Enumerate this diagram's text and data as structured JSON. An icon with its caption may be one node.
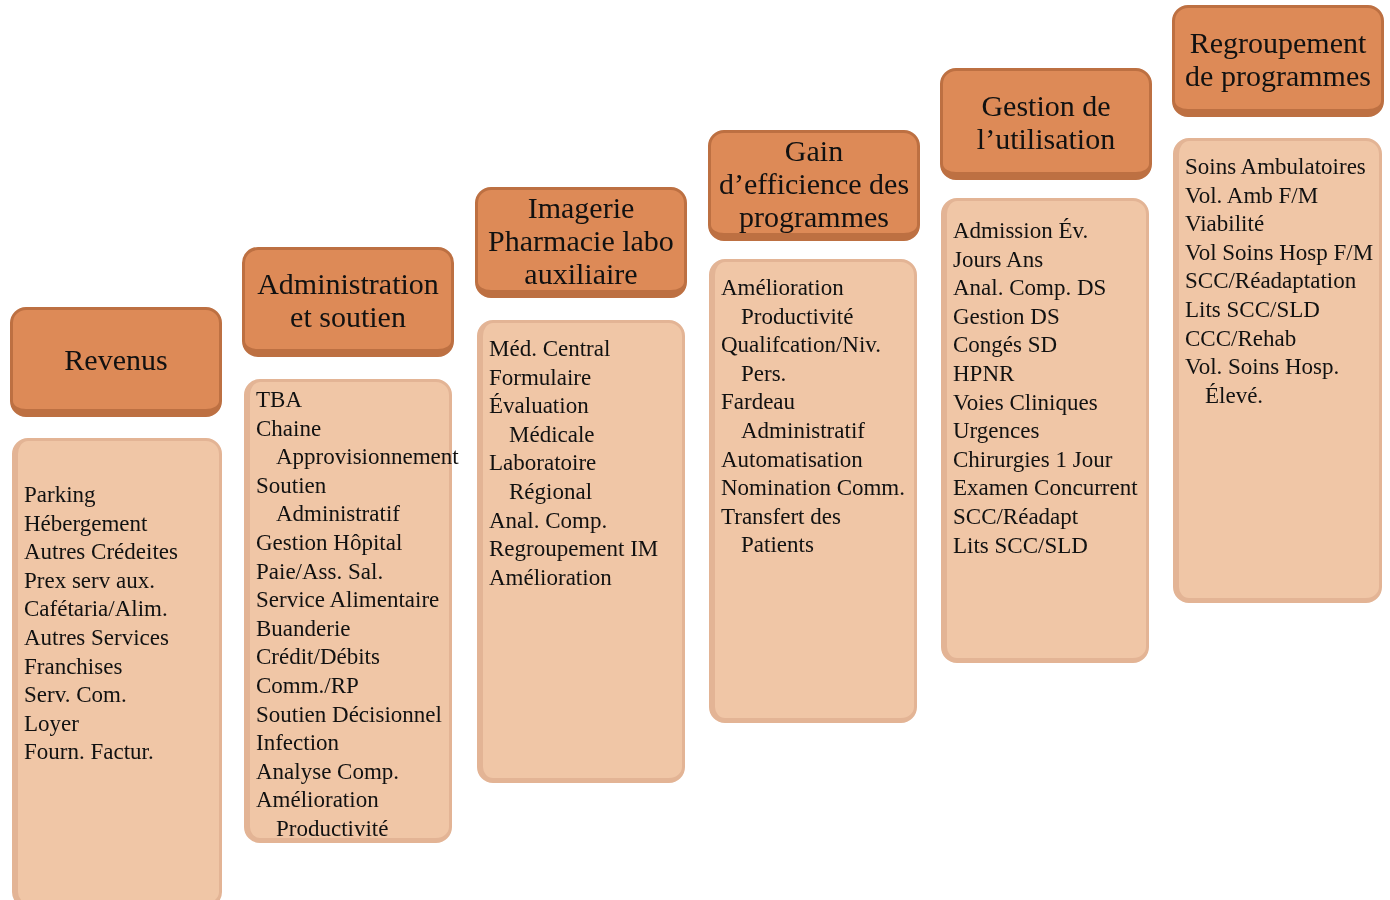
{
  "diagram": {
    "nodes": [
      {
        "text": [
          "Revenus"
        ]
      },
      {
        "text": [
          "Parking",
          "Hébergement",
          "Autres Crédeites",
          "Prex serv aux.",
          "Cafétaria/Alim.",
          "Autres Services",
          "Franchises",
          "Serv. Com.",
          "Loyer",
          "Fourn. Factur."
        ]
      },
      {
        "text": [
          "Administration et soutien"
        ]
      },
      {
        "text": [
          "TBA",
          "Chaine Approvisionnement",
          "Soutien Administratif",
          "Gestion Hôpital",
          "Paie/Ass. Sal.",
          "Service Alimentaire",
          "Buanderie",
          "Crédit/Débits",
          "Comm./RP",
          "Soutien Décisionnel",
          "Infection",
          "Analyse Comp.",
          "Amélioration Productivité"
        ]
      },
      {
        "text": [
          "Imagerie Pharmacie labo auxiliaire"
        ]
      },
      {
        "text": [
          "Méd. Central",
          "Formulaire",
          "Évaluation Médicale",
          "Laboratoire Régional",
          "Anal. Comp.",
          "Regroupement IM",
          "Amélioration"
        ]
      },
      {
        "text": [
          "Gain d’efficience des programmes"
        ]
      },
      {
        "text": [
          "Amélioration Productivité",
          "Qualifcation/Niv. Pers.",
          "Fardeau Administratif",
          "Automatisation",
          "Nomination Comm.",
          "Transfert des Patients"
        ]
      },
      {
        "text": [
          "Gestion de l’utilisation"
        ]
      },
      {
        "text": [
          "Admission Év.",
          "Jours Ans",
          "Anal. Comp. DS",
          "Gestion DS",
          "Congés SD",
          "HPNR",
          "Voies Cliniques",
          "Urgences",
          "Chirurgies 1 Jour",
          "Examen Concurrent",
          "SCC/Réadapt",
          "Lits SCC/SLD"
        ]
      },
      {
        "text": [
          "Regroupement de programmes"
        ]
      },
      {
        "text": [
          "Soins Ambulatoires",
          "Vol. Amb F/M",
          "Viabilité",
          "Vol Soins Hosp F/M",
          "SCC/Réadaptation",
          "Lits SCC/SLD",
          "CCC/Rehab",
          "Vol. Soins Hosp. Élevé."
        ]
      }
    ],
    "edges": []
  }
}
